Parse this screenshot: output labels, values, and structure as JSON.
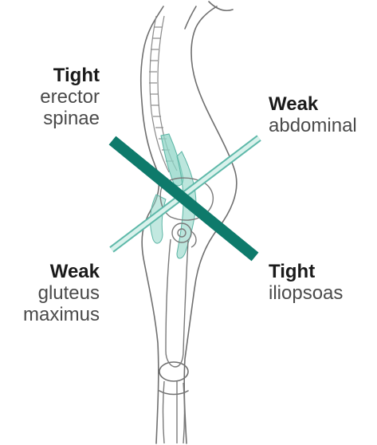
{
  "labels": {
    "tight_erector": {
      "status": "Tight",
      "muscle": "erector\nspinae"
    },
    "weak_abdominal": {
      "status": "Weak",
      "muscle": "abdominal"
    },
    "weak_gluteus": {
      "status": "Weak",
      "muscle": "gluteus\nmaximus"
    },
    "tight_iliopsoas": {
      "status": "Tight",
      "muscle": "iliopsoas"
    }
  },
  "colors": {
    "tight_line": "#0e7a6b",
    "weak_line": "#6cc7b7",
    "muscle_fill": "#8fd6c7",
    "outline": "#6f6f6f"
  }
}
